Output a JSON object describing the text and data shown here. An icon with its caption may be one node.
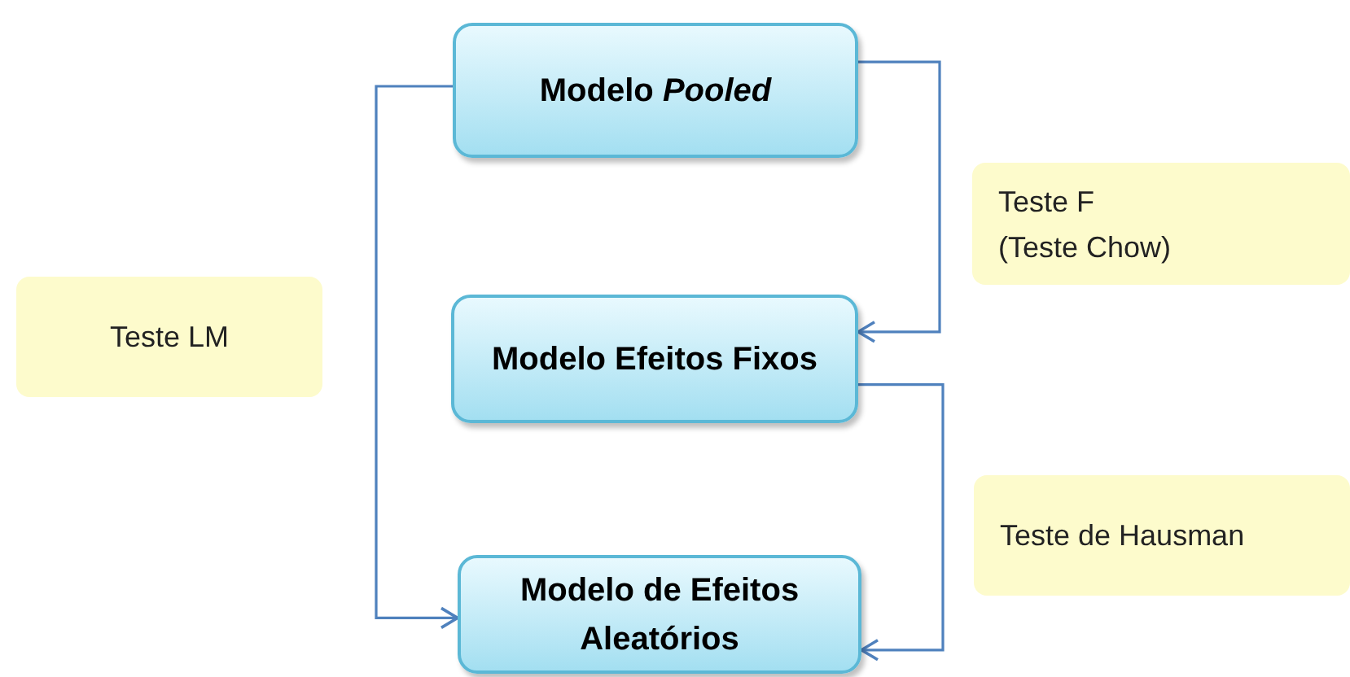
{
  "diagram": {
    "nodes": [
      {
        "text": [
          "Modelo *Pooled*"
        ]
      },
      {
        "text": [
          "Modelo Efeitos Fixos"
        ]
      },
      {
        "text": [
          "Modelo de Efeitos Aleatórios"
        ]
      },
      {
        "text": [
          "Teste LM"
        ]
      },
      {
        "text": [
          "Teste F",
          "(Teste Chow)"
        ]
      },
      {
        "text": [
          "Teste de Hausman"
        ]
      }
    ],
    "edges": [
      {
        "from": 0,
        "to": 1,
        "arrow": "to"
      },
      {
        "from": 1,
        "to": 2,
        "arrow": "to"
      },
      {
        "from": 0,
        "to": 2,
        "arrow": "to"
      }
    ]
  }
}
